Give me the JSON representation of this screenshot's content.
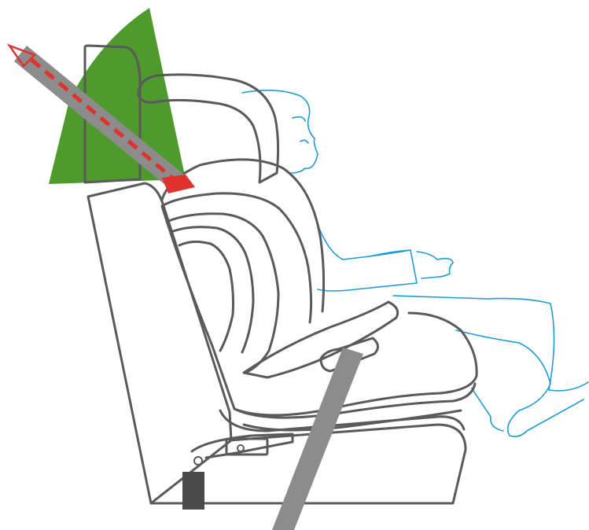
{
  "figure": {
    "description_free": true,
    "elements": {
      "headrest_adjust_zone": "highlighted-green-sector",
      "shoulder_belt": "grey-strap",
      "belt_path_guide": "red-dashed-arrow",
      "lap_belt": "grey-strap",
      "isofix_connector": "dark-grey-block",
      "child_figure": "blue-outline",
      "car_seat": "grey-outline"
    }
  },
  "colors": {
    "seat_outline": "#5a5a5a",
    "highlight_sector": "#4e9a2d",
    "belt": "#8c8c8c",
    "belt_dark": "#6e6e6e",
    "guide_arrow": "#e0322d",
    "child_outline": "#1e9bd7",
    "isofix": "#4a4a4a",
    "background": "#ffffff"
  }
}
